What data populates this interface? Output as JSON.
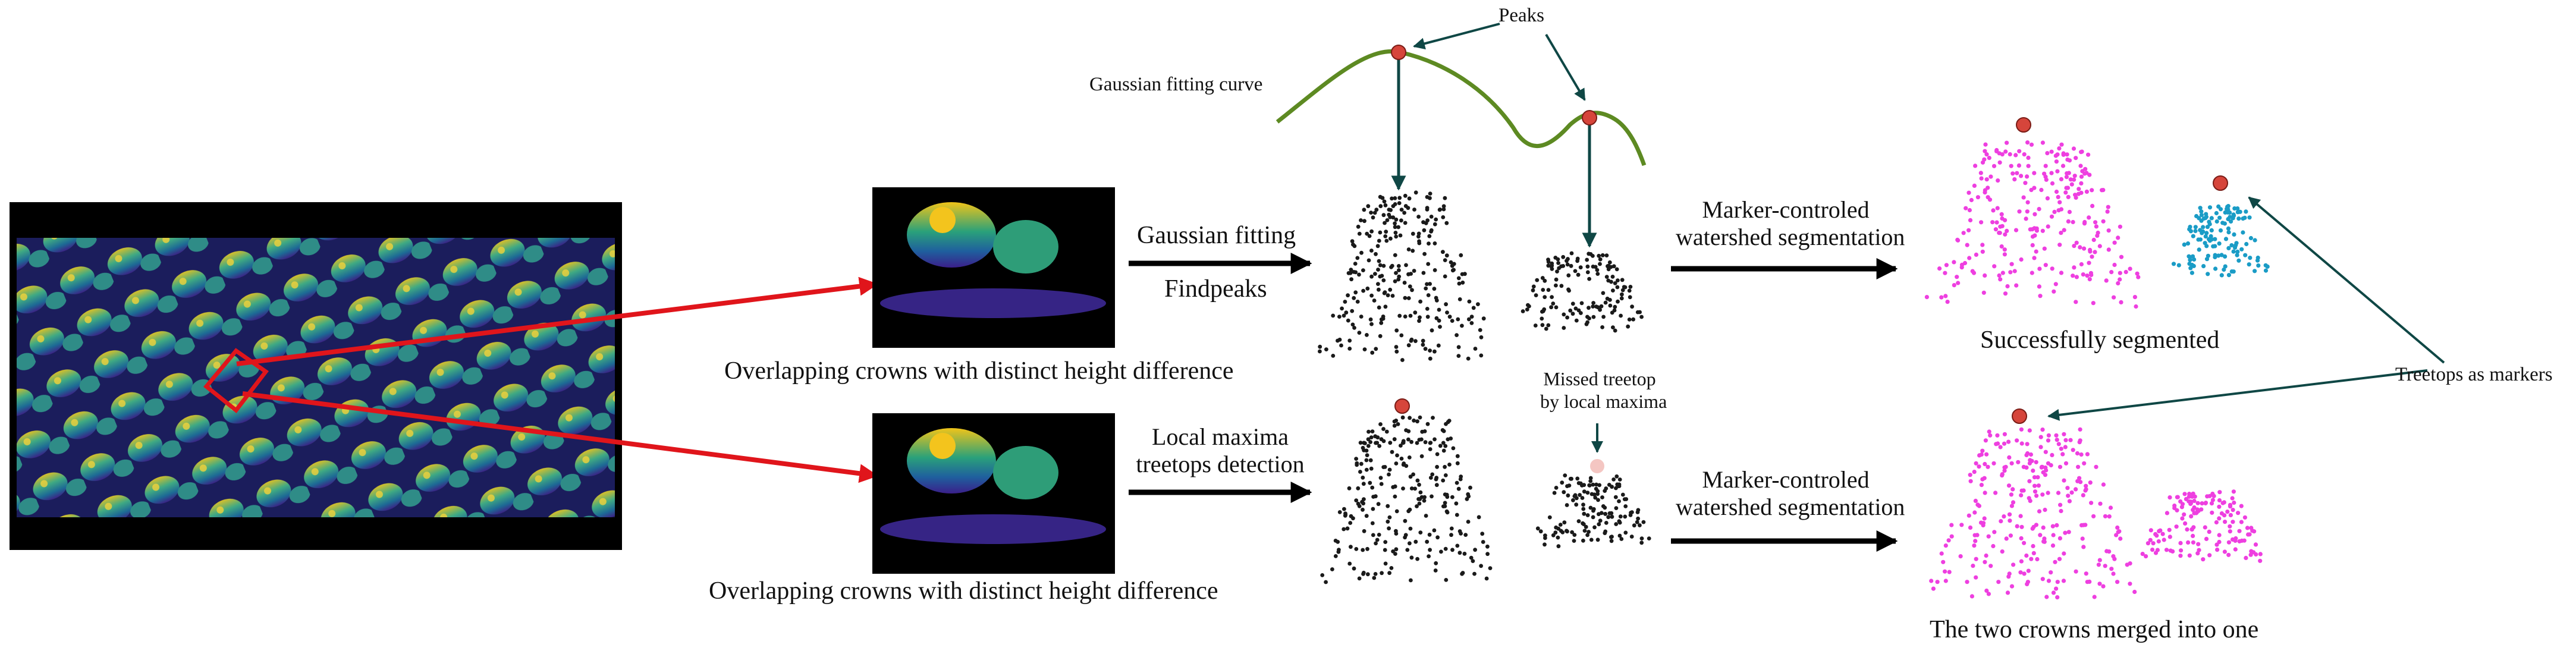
{
  "captions": {
    "top_input": "Overlapping crowns with distinct height difference",
    "bottom_input": "Overlapping crowns with distinct height difference",
    "top_result": "Successfully segmented",
    "bottom_result": "The two crowns merged into one"
  },
  "steps": {
    "gaussian_fitting": "Gaussian fitting",
    "findpeaks": "Findpeaks",
    "local_maxima_line1": "Local maxima",
    "local_maxima_line2": "treetops detection",
    "watershed_top_line1": "Marker-controled",
    "watershed_top_line2": "watershed segmentation",
    "watershed_bottom_line1": "Marker-controled",
    "watershed_bottom_line2": "watershed segmentation"
  },
  "annotations": {
    "peaks": "Peaks",
    "gaussian_curve": "Gaussian fitting curve",
    "missed_line1": "Missed treetop",
    "missed_line2": "by local maxima",
    "treetops_markers": "Treetops as markers"
  },
  "colors": {
    "highlight_box": "#e0151b",
    "curve": "#5d8a22",
    "pointer_arrow": "#0f4745",
    "treetop_marker": "#d6453b",
    "missed_marker": "#f4c6c2",
    "points_raw": "#1a1a1a",
    "crown_magenta": "#ee3fe0",
    "crown_cyan": "#1a9cc6",
    "image_background": "#000000"
  }
}
